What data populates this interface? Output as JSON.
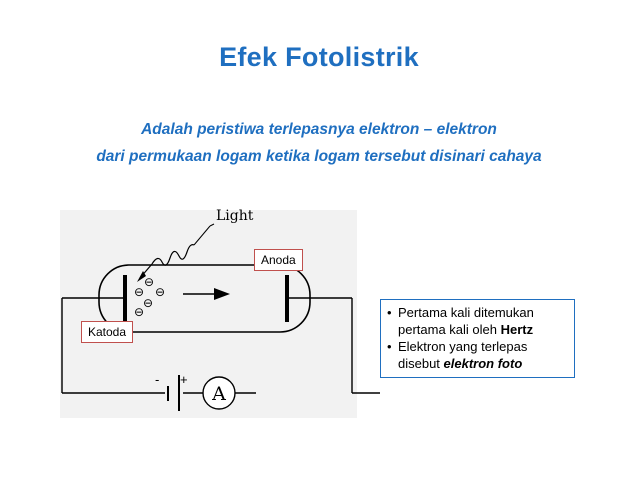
{
  "slide": {
    "title": "Efek Fotolistrik",
    "definition_line1": "Adalah peristiwa terlepasnya elektron – elektron",
    "definition_line2": "dari permukaan logam ketika logam tersebut disinari cahaya"
  },
  "diagram": {
    "light_label": "Light",
    "anode_label": "Anoda",
    "cathode_label": "Katoda",
    "battery_minus": "-",
    "battery_plus": "+",
    "ammeter_symbol": "A",
    "electron_symbol": "⊖"
  },
  "info": {
    "bullet1_pre": "Pertama kali ditemukan pertama kali oleh ",
    "bullet1_bold": "Hertz",
    "bullet2_pre": "Elektron yang terlepas disebut ",
    "bullet2_bold": "elektron foto"
  },
  "colors": {
    "accent": "#1f6fc0",
    "label_border": "#c0504d"
  }
}
